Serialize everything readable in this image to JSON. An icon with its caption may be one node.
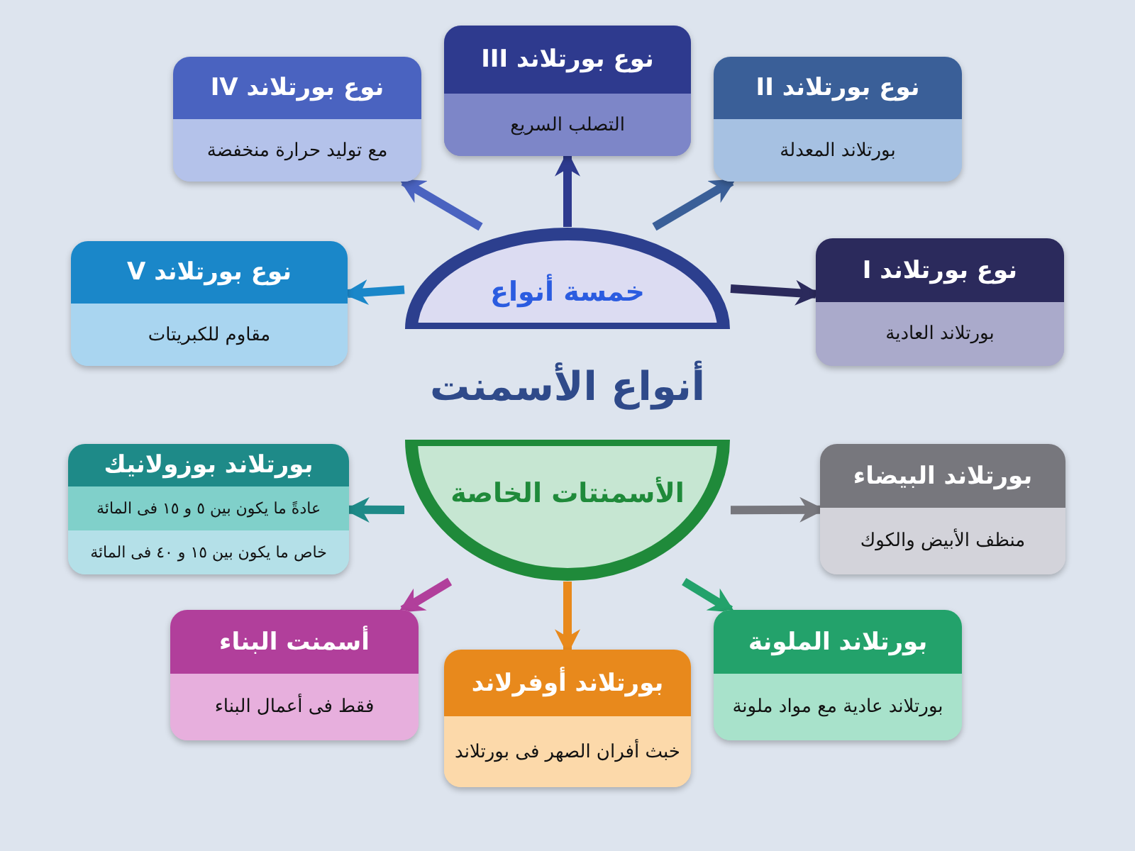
{
  "diagram": {
    "title": "أنواع الأسمنت",
    "nodes": [
      {
        "text": [
          "خمسة أنواع"
        ]
      },
      {
        "text": [
          "الأسمنتات الخاصة"
        ]
      },
      {
        "text": [
          "نوع بورتلاند V",
          "مقاوم للكبريتات"
        ]
      },
      {
        "text": [
          "نوع بورتلاند IV",
          "مع توليد حرارة منخفضة"
        ]
      },
      {
        "text": [
          "نوع بورتلاند III",
          "التصلب السريع"
        ]
      },
      {
        "text": [
          "نوع بورتلاند II",
          "بورتلاند المعدلة"
        ]
      },
      {
        "text": [
          "نوع بورتلاند I",
          "بورتلاند العادية"
        ]
      },
      {
        "text": [
          "بورتلاند بوزولانيك",
          "عادةً ما يكون بين ٥ و ١٥ فى المائة",
          "خاص ما يكون بين ١٥ و ٤٠ فى المائة"
        ]
      },
      {
        "text": [
          "بورتلاند البيضاء",
          "منظف الأبيض والكوك"
        ]
      },
      {
        "text": [
          "أسمنت البناء",
          "فقط فى أعمال البناء"
        ]
      },
      {
        "text": [
          "بورتلاند أوفرلاند",
          "خبث أفران الصهر فى بورتلاند"
        ]
      },
      {
        "text": [
          "بورتلاند الملونة",
          "بورتلاند عادية مع مواد ملونة"
        ]
      }
    ],
    "edges": [
      {
        "from": 0,
        "to": 2,
        "arrow": "to",
        "color": "#1a87c9"
      },
      {
        "from": 0,
        "to": 3,
        "arrow": "to",
        "color": "#4a63c0"
      },
      {
        "from": 0,
        "to": 4,
        "arrow": "to",
        "color": "#2e3a8e"
      },
      {
        "from": 0,
        "to": 5,
        "arrow": "to",
        "color": "#3a5f98"
      },
      {
        "from": 0,
        "to": 6,
        "arrow": "to",
        "color": "#2b2a5c"
      },
      {
        "from": 1,
        "to": 7,
        "arrow": "to",
        "color": "#1e8a88"
      },
      {
        "from": 1,
        "to": 8,
        "arrow": "to",
        "color": "#77777d"
      },
      {
        "from": 1,
        "to": 9,
        "arrow": "to",
        "color": "#b13f9b"
      },
      {
        "from": 1,
        "to": 10,
        "arrow": "to",
        "color": "#e8891c"
      },
      {
        "from": 1,
        "to": 11,
        "arrow": "to",
        "color": "#23a26b"
      }
    ]
  }
}
